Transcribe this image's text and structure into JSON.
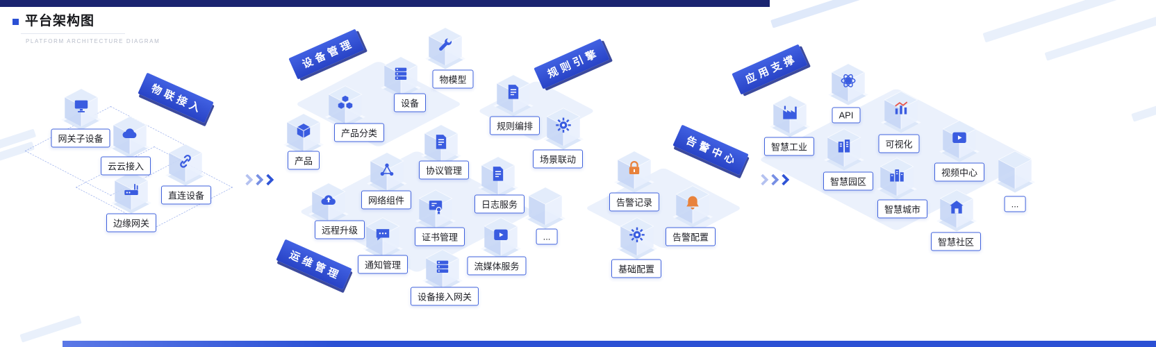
{
  "page": {
    "title": "平台架构图",
    "subtitle": "PLATFORM ARCHITECTURE DIAGRAM"
  },
  "colors": {
    "accent_blue": "#2b50d4",
    "top_bar": "#1a2470",
    "banner_blue": "#2f4ccc",
    "label_border": "#3f62dc",
    "icon_blue": "#3a5ce0",
    "icon_orange": "#e8823c",
    "cube_fill": "#dde8fa"
  },
  "flow_arrows": [
    {
      "from": "物联接入",
      "to": "设备管理"
    },
    {
      "from": "告警中心",
      "to": "应用支撑"
    }
  ],
  "sections": [
    {
      "id": "iot-access",
      "banner": "物联接入",
      "items": [
        {
          "label": "网关子设备",
          "icon": "monitor-icon"
        },
        {
          "label": "云云接入",
          "icon": "cloud-icon"
        },
        {
          "label": "直连设备",
          "icon": "link-icon"
        },
        {
          "label": "边缘网关",
          "icon": "router-icon"
        }
      ]
    },
    {
      "id": "device-management",
      "banner": "设备管理",
      "items": [
        {
          "label": "物模型",
          "icon": "wrench-icon"
        },
        {
          "label": "设备",
          "icon": "server-icon"
        },
        {
          "label": "产品分类",
          "icon": "cubes-icon"
        },
        {
          "label": "产品",
          "icon": "cube-icon"
        }
      ]
    },
    {
      "id": "ops-management",
      "banner": "运维管理",
      "items": [
        {
          "label": "协议管理",
          "icon": "document-icon"
        },
        {
          "label": "网络组件",
          "icon": "network-nodes-icon"
        },
        {
          "label": "远程升级",
          "icon": "upload-cloud-icon"
        },
        {
          "label": "证书管理",
          "icon": "certificate-icon"
        },
        {
          "label": "通知管理",
          "icon": "chat-icon"
        },
        {
          "label": "日志服务",
          "icon": "document-icon"
        },
        {
          "label": "流媒体服务",
          "icon": "play-icon"
        },
        {
          "label": "设备接入网关",
          "icon": "server-icon"
        },
        {
          "label": "...",
          "icon": "cube-plain"
        }
      ]
    },
    {
      "id": "rule-engine",
      "banner": "规则引擎",
      "items": [
        {
          "label": "规则编排",
          "icon": "document-icon"
        },
        {
          "label": "场景联动",
          "icon": "gear-icon"
        }
      ]
    },
    {
      "id": "alarm-center",
      "banner": "告警中心",
      "items": [
        {
          "label": "告警记录",
          "icon": "lock-icon",
          "icon_color": "#e8823c"
        },
        {
          "label": "告警配置",
          "icon": "bell-icon",
          "icon_color": "#e8823c"
        },
        {
          "label": "基础配置",
          "icon": "gear-icon"
        }
      ]
    },
    {
      "id": "app-support",
      "banner": "应用支撑",
      "items": [
        {
          "label": "API",
          "icon": "globe-icon"
        },
        {
          "label": "智慧工业",
          "icon": "factory-icon"
        },
        {
          "label": "可视化",
          "icon": "chart-icon"
        },
        {
          "label": "智慧园区",
          "icon": "building-icon"
        },
        {
          "label": "视频中心",
          "icon": "play-icon"
        },
        {
          "label": "智慧城市",
          "icon": "city-icon"
        },
        {
          "label": "智慧社区",
          "icon": "house-icon"
        },
        {
          "label": "...",
          "icon": "cube-plain"
        }
      ]
    }
  ]
}
